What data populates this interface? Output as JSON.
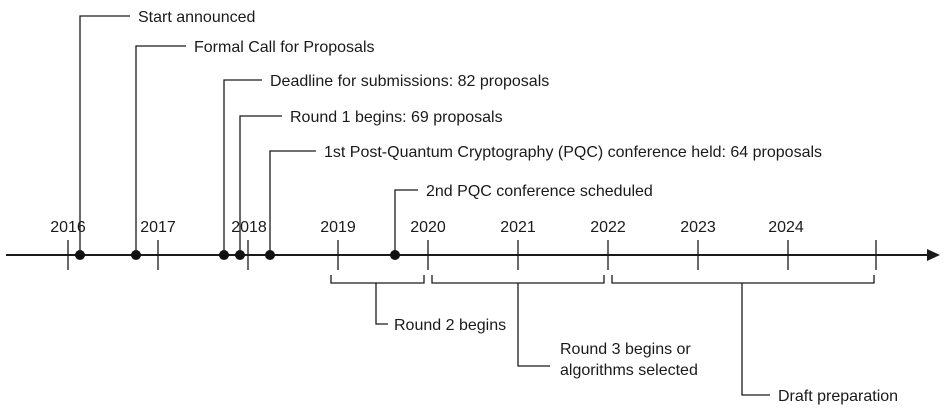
{
  "years": [
    "2016",
    "2017",
    "2018",
    "2019",
    "2020",
    "2021",
    "2022",
    "2023",
    "2024"
  ],
  "events": [
    {
      "label": "Start announced"
    },
    {
      "label": "Formal Call for Proposals"
    },
    {
      "label": "Deadline for submissions: 82 proposals"
    },
    {
      "label": "Round 1 begins: 69 proposals"
    },
    {
      "label": "1st Post-Quantum Cryptography (PQC) conference held: 64 proposals"
    },
    {
      "label": "2nd PQC conference scheduled"
    }
  ],
  "periods": [
    {
      "lines": [
        "Round 2 begins"
      ]
    },
    {
      "lines": [
        "Round 3 begins or",
        "algorithms selected"
      ]
    },
    {
      "lines": [
        "Draft preparation"
      ]
    }
  ]
}
